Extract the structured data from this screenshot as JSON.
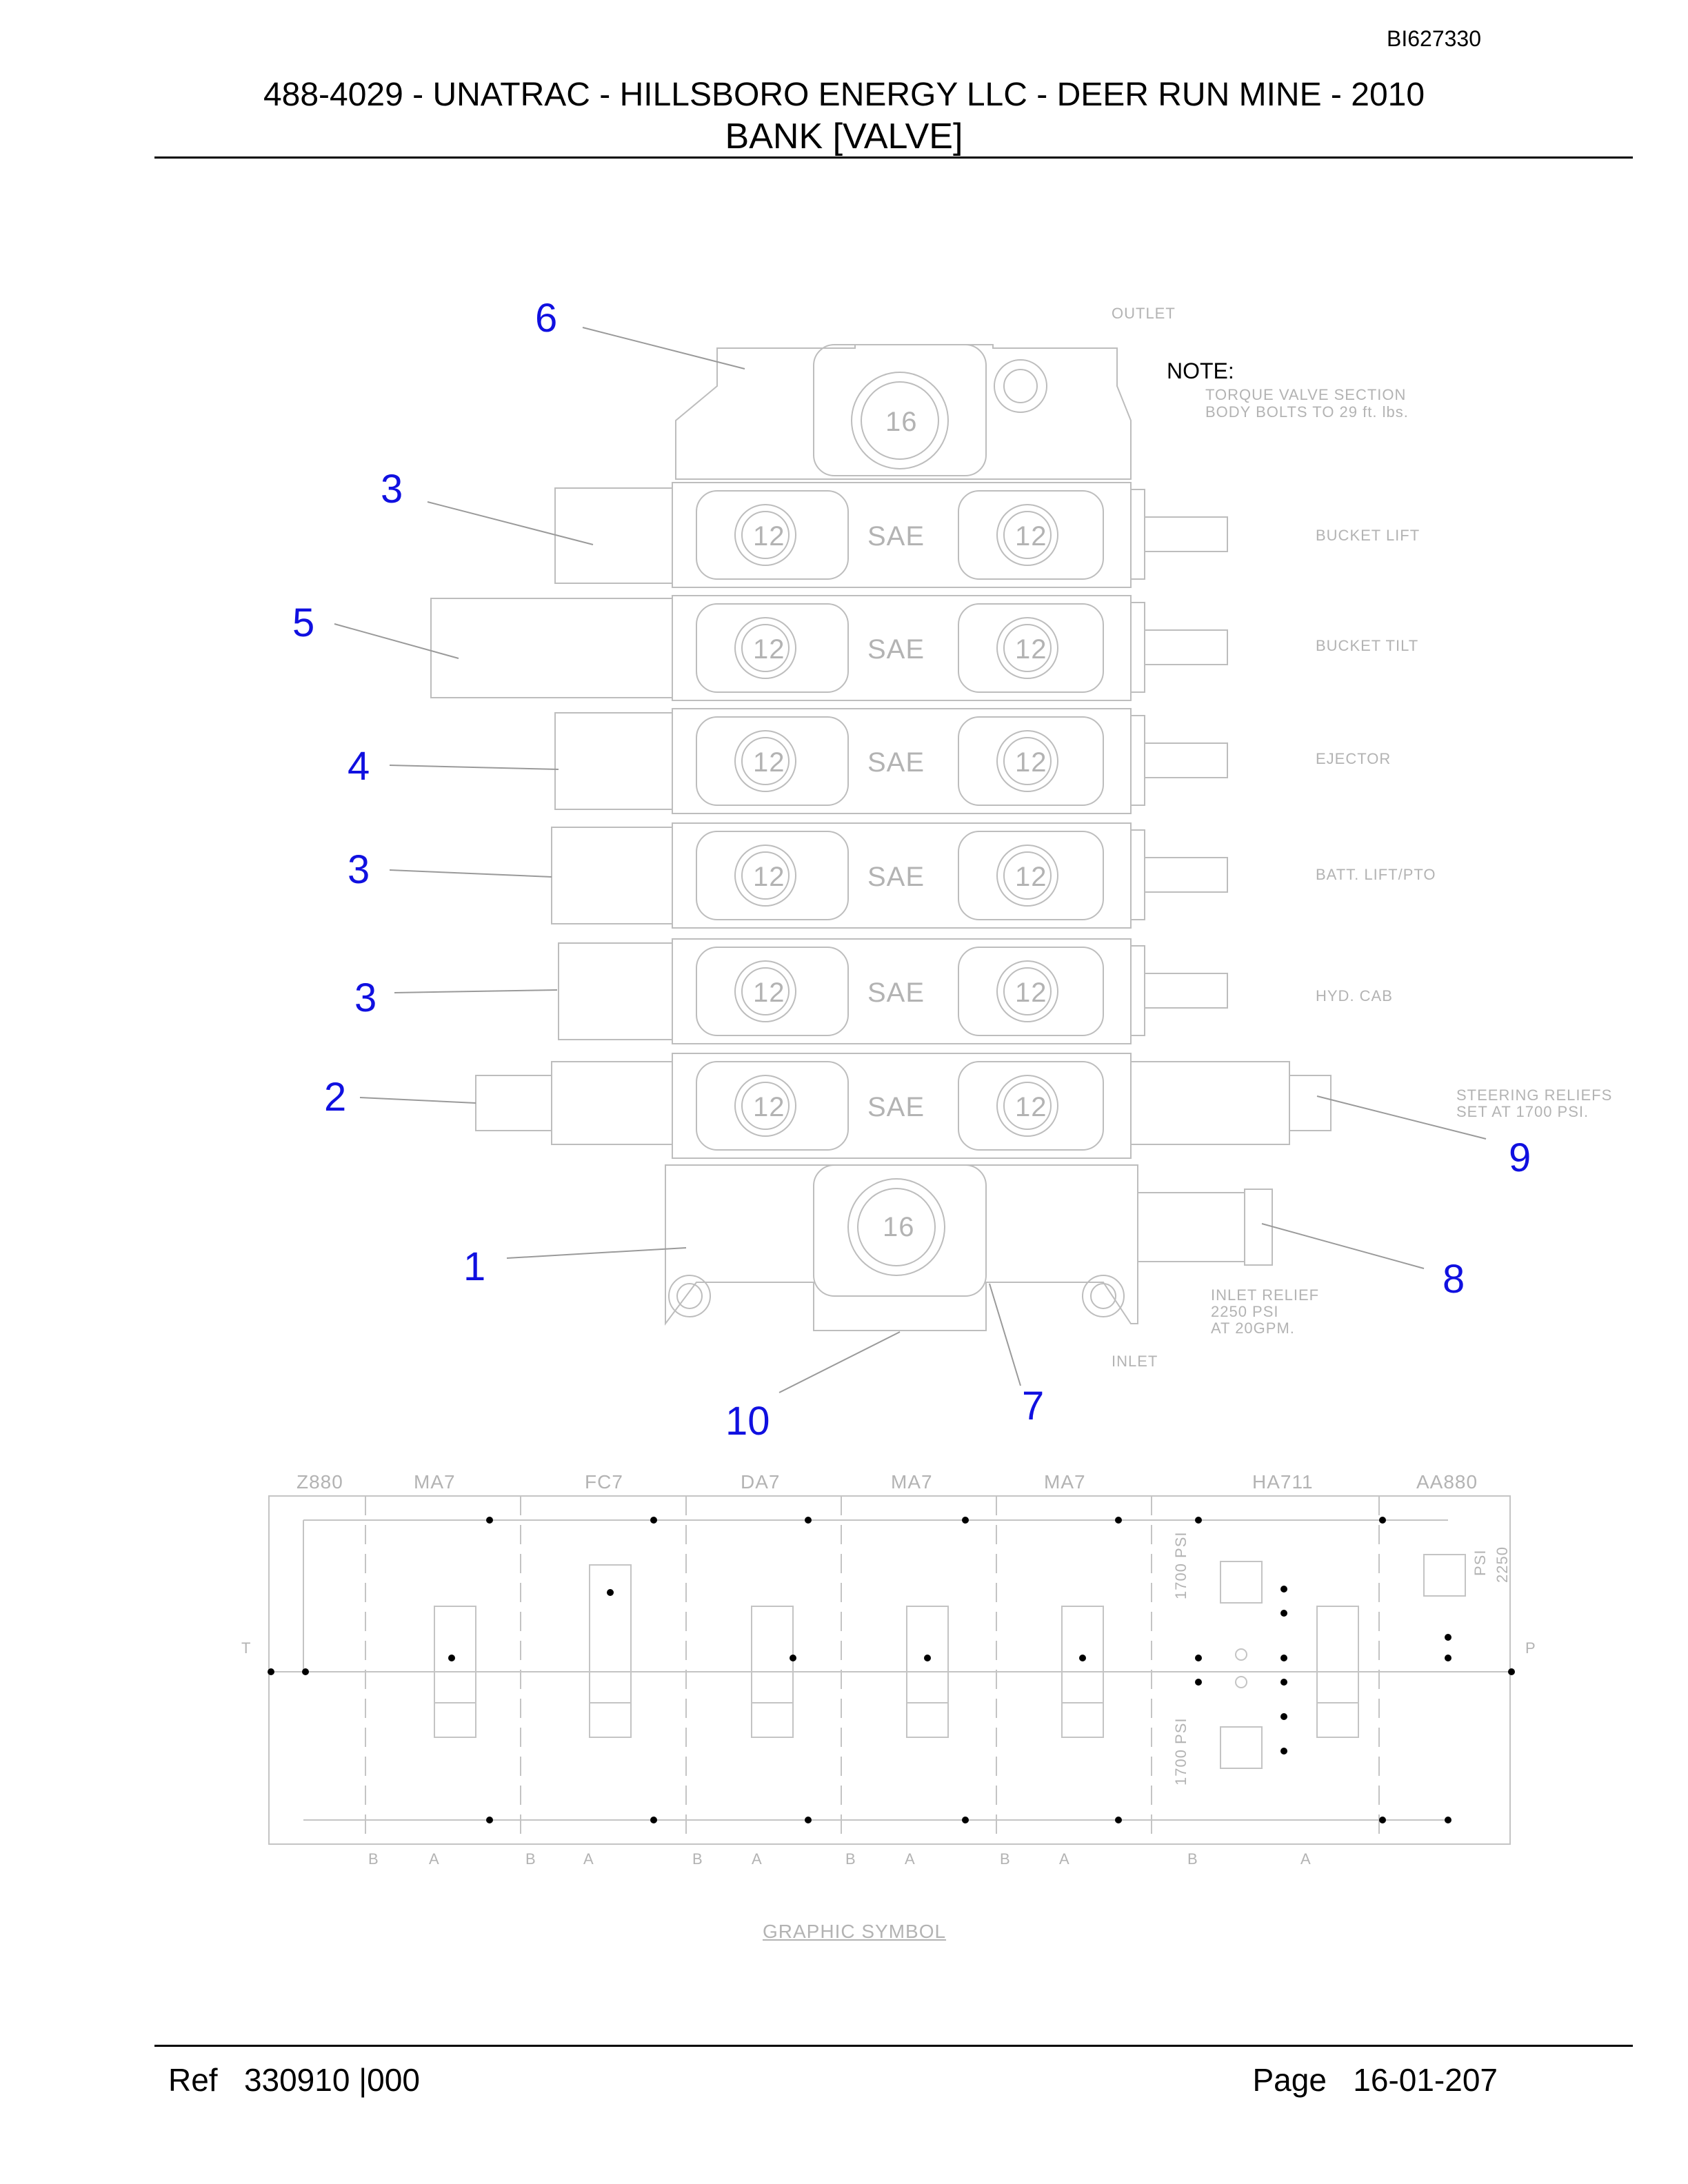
{
  "header": {
    "doc_id": "BI627330",
    "title": "488-4029 - UNATRAC - HILLSBORO ENERGY LLC - DEER RUN MINE - 2010",
    "subtitle": "BANK [VALVE]"
  },
  "callouts": {
    "c6": "6",
    "c3a": "3",
    "c5": "5",
    "c4": "4",
    "c3b": "3",
    "c3c": "3",
    "c2": "2",
    "c9": "9",
    "c1": "1",
    "c8": "8",
    "c10": "10",
    "c7": "7"
  },
  "drawing_labels": {
    "outlet": "OUTLET",
    "inlet": "INLET",
    "note_label": "NOTE:",
    "note_line1": "TORQUE VALVE SECTION",
    "note_line2": "BODY BOLTS TO 29 ft. lbs.",
    "bucket_lift": "BUCKET LIFT",
    "bucket_tilt": "BUCKET TILT",
    "ejector": "EJECTOR",
    "batt_lift": "BATT. LIFT/PTO",
    "hyd_cab": "HYD. CAB",
    "steering_1": "STEERING RELIEFS",
    "steering_2": "SET AT 1700 PSI.",
    "inlet_relief_1": "INLET RELIEF",
    "inlet_relief_2": "2250 PSI",
    "inlet_relief_3": "AT 20GPM.",
    "port_16": "16",
    "port_12": "12",
    "sae": "SAE"
  },
  "schematic": {
    "section_codes": [
      "Z880",
      "MA7",
      "FC7",
      "DA7",
      "MA7",
      "MA7",
      "HA711",
      "AA880"
    ],
    "port_t": "T",
    "port_p": "P",
    "port_b": "B",
    "port_a": "A",
    "psi_1700": "1700 PSI",
    "psi_2250": "2250",
    "psi_unit": "PSI",
    "caption": "GRAPHIC SYMBOL"
  },
  "footer": {
    "ref_label": "Ref",
    "ref_value": "330910 |000",
    "page_label": "Page",
    "page_value": "16-01-207"
  }
}
